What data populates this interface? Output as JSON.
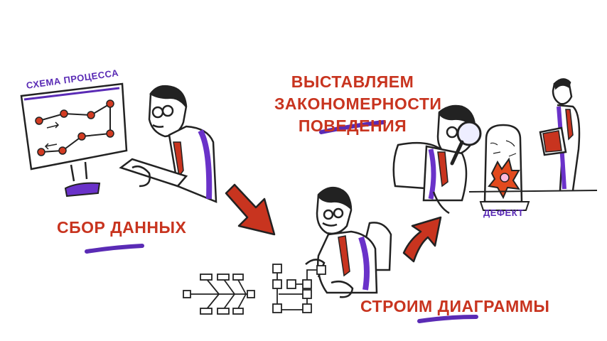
{
  "labels": {
    "title_lines": [
      "ВЫСТАВЛЯЕМ",
      "ЗАКОНОМЕРНОСТИ",
      "ПОВЕДЕНИЯ"
    ],
    "process_schema": "СХЕМА ПРОЦЕССА",
    "data_collection": "СБОР ДАННЫХ",
    "defect": "ДЕФЕКТ",
    "build_diagrams": "СТРОИМ ДИАГРАММЫ"
  },
  "icons": {
    "monitor": "monitor-icon",
    "arrow_down": "arrow-down-right-icon",
    "arrow_up": "arrow-up-right-icon",
    "magnifier": "magnifier-icon",
    "fishbone": "fishbone-diagram-icon",
    "flowchart": "flowchart-icon"
  },
  "colors": {
    "accent_red": "#c8341f",
    "accent_purple": "#5a2bb5",
    "ink": "#222222"
  }
}
